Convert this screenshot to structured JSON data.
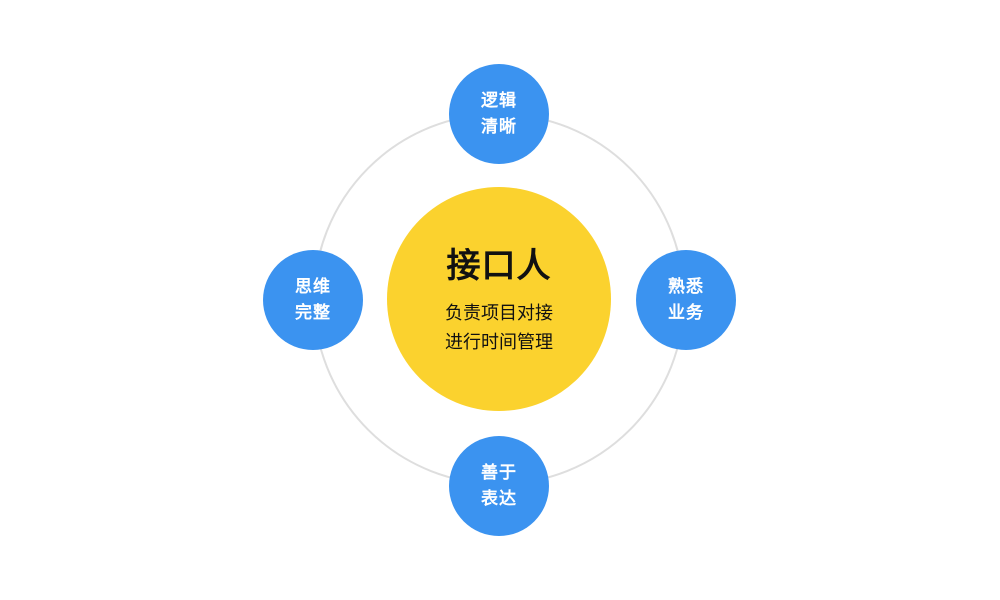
{
  "colors": {
    "center_fill": "#FBD22E",
    "node_fill": "#3B93F0",
    "ring_stroke": "#DEDEDE",
    "background": "#FFFFFF"
  },
  "center": {
    "title": "接口人",
    "desc_line1": "负责项目对接",
    "desc_line2": "进行时间管理"
  },
  "nodes": [
    {
      "position": "top",
      "line1": "逻辑",
      "line2": "清晰"
    },
    {
      "position": "right",
      "line1": "熟悉",
      "line2": "业务"
    },
    {
      "position": "bottom",
      "line1": "善于",
      "line2": "表达"
    },
    {
      "position": "left",
      "line1": "思维",
      "line2": "完整"
    }
  ]
}
